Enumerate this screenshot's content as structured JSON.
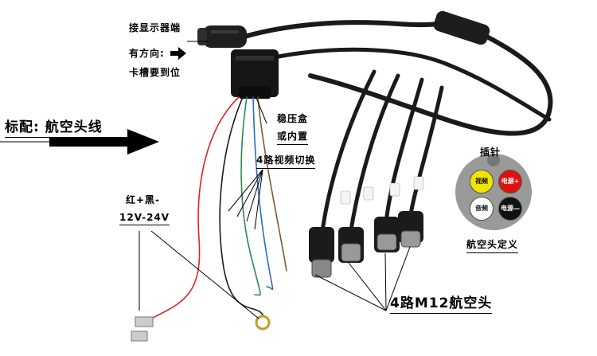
{
  "labels": {
    "display_end": "接显示器端",
    "direction_prefix": "有方向:",
    "slot_align": "卡槽要到位",
    "standard": "标配: 航空头线",
    "regulator_box": "稳压盒",
    "or_builtin": "或内置",
    "video_switch": "4路视频切换",
    "power_wires": "红+黑-",
    "voltage": "12V-24V",
    "m12_heads": "4路M12航空头",
    "pin_title": "插针",
    "pin_definition": "航空头定义"
  },
  "pins": [
    {
      "label": "视频",
      "color": "#f2e400"
    },
    {
      "label": "电源+",
      "color": "#e01010"
    },
    {
      "label": "音频",
      "color": "#ffffff"
    },
    {
      "label": "电源—",
      "color": "#111111"
    }
  ],
  "colors": {
    "cable_black": "#1a1a1a",
    "wire_red": "#e0202a",
    "wire_green": "#2c8a50",
    "wire_blue": "#2b6cc4",
    "connector_disc": "#9a9a9a"
  },
  "icons": {
    "direction_arrow": "right-arrow-icon",
    "standard_arrow": "big-right-arrow-icon"
  }
}
